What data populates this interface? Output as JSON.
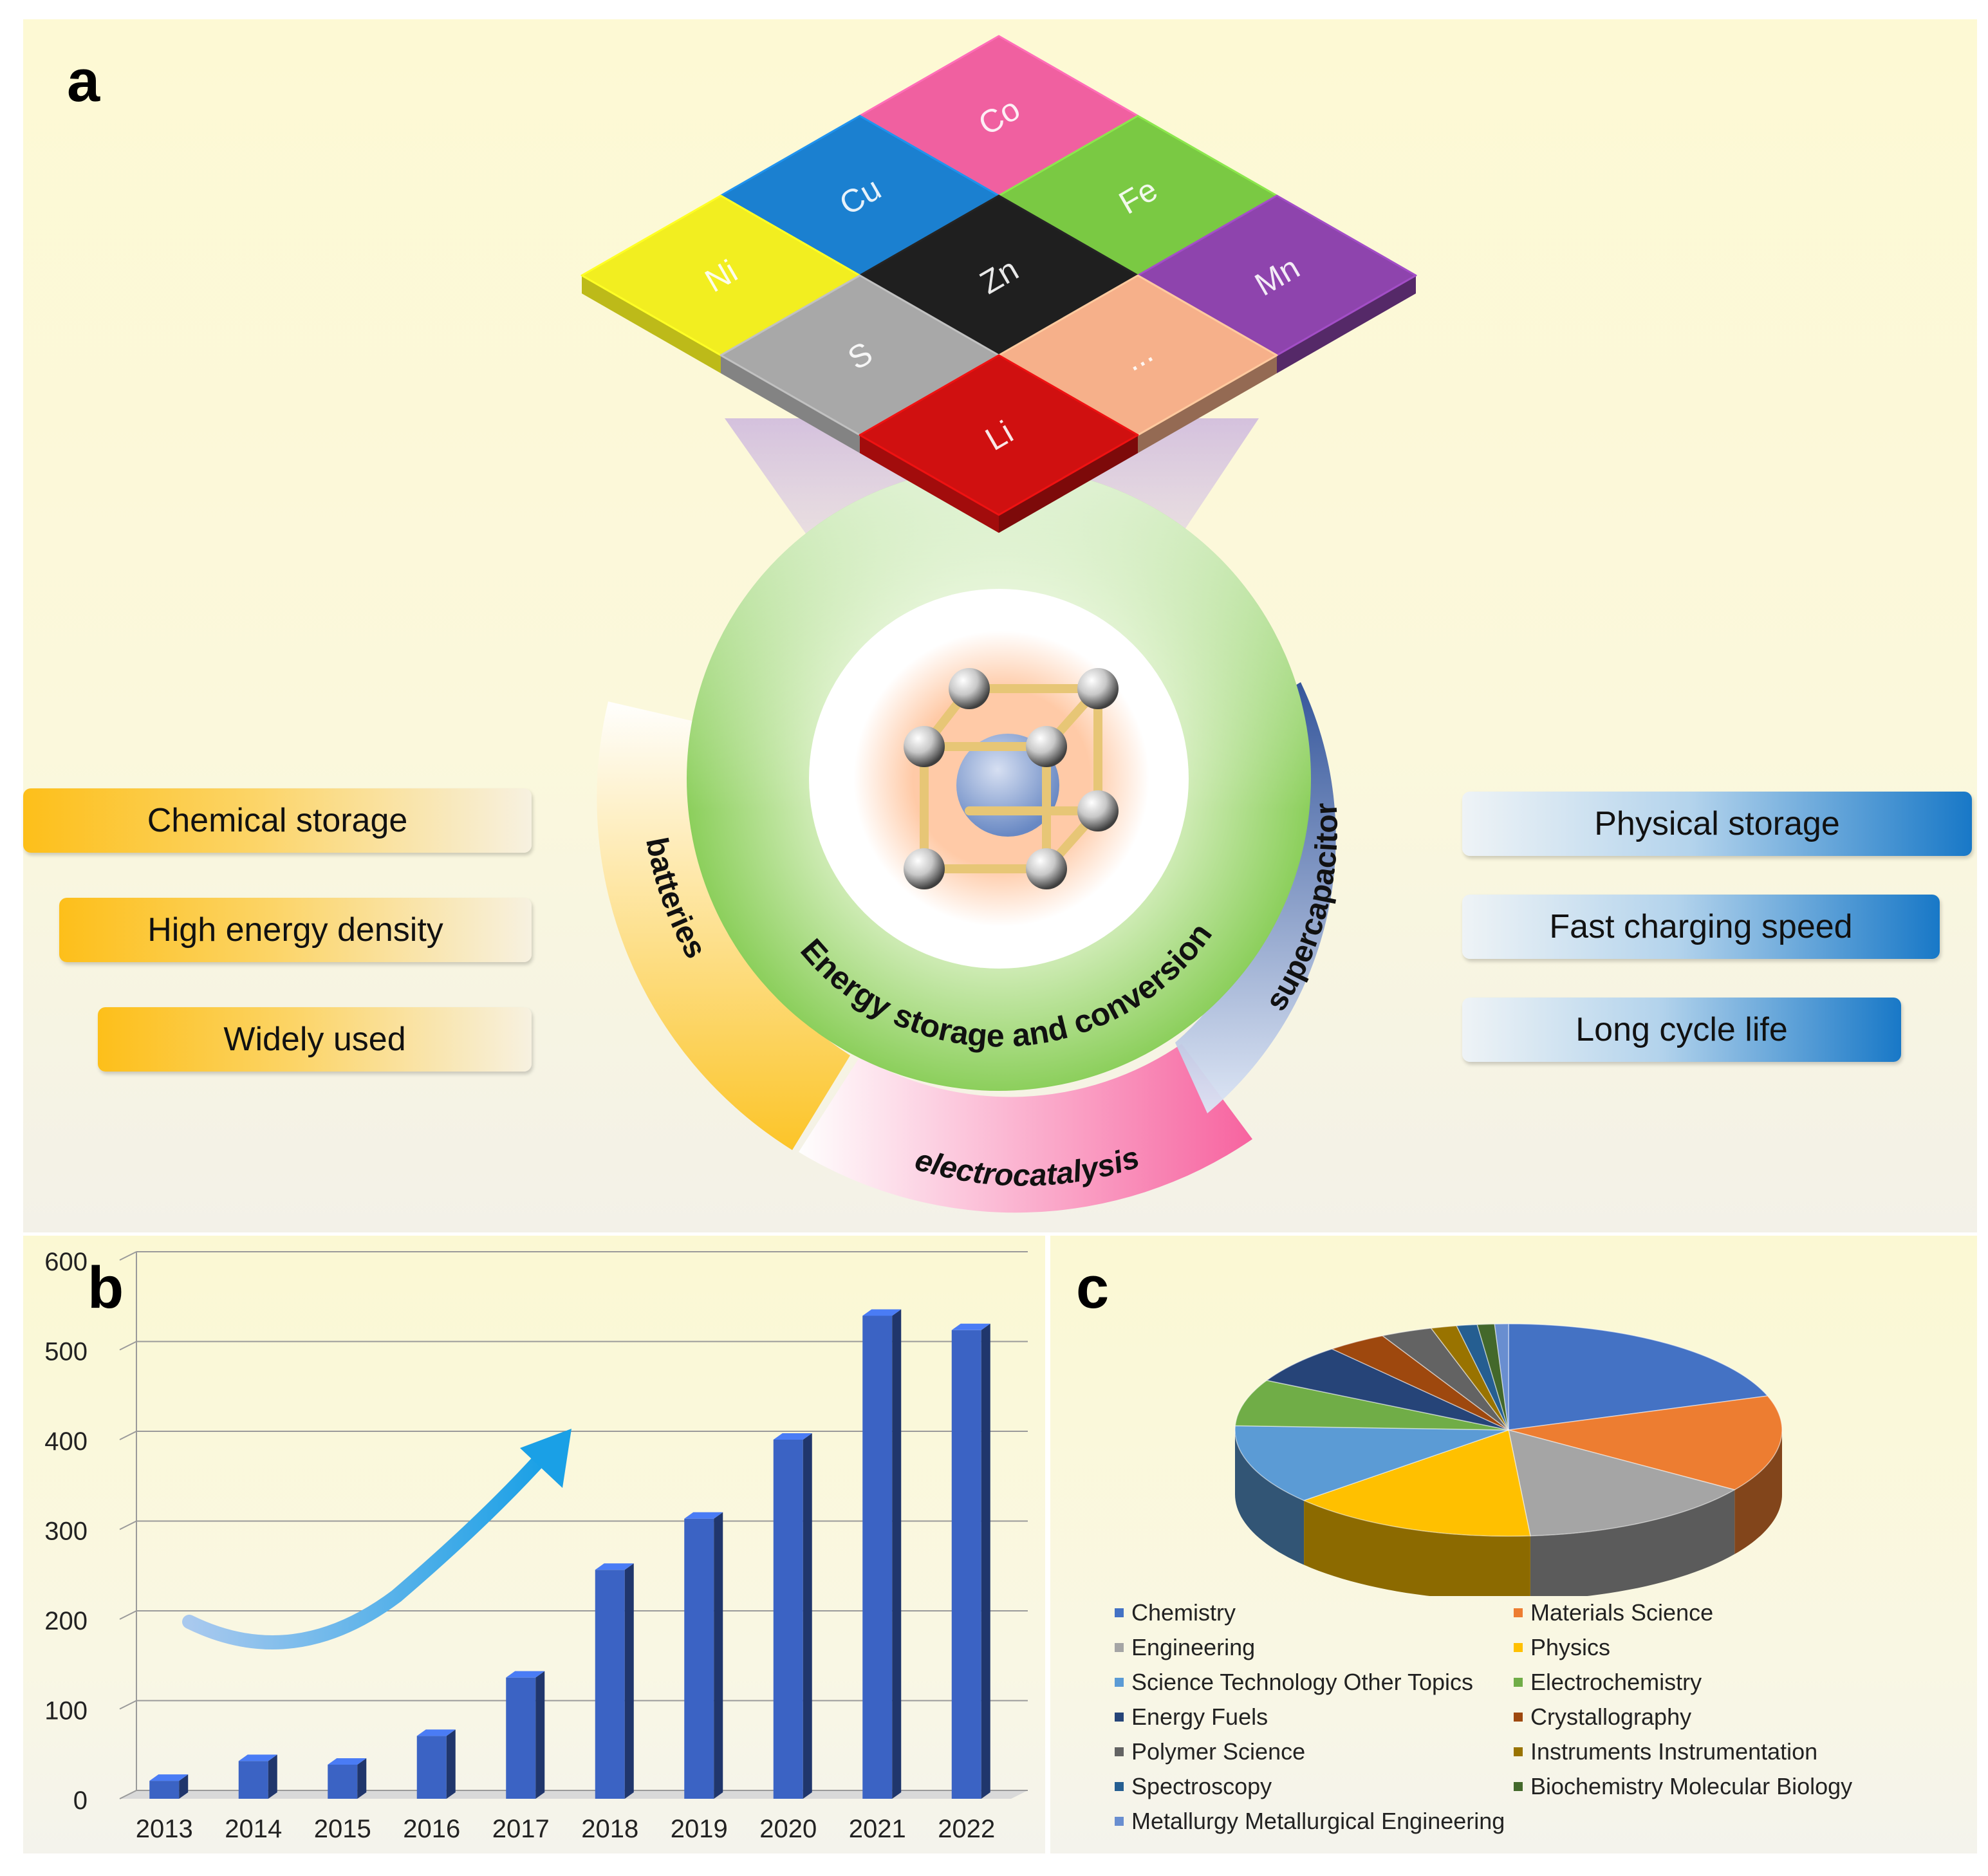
{
  "panel_a": {
    "letter": "a",
    "tiles": [
      "Co",
      "Fe",
      "Mn",
      "Cu",
      "Zn",
      "...",
      "Ni",
      "S",
      "Li"
    ],
    "center_label": "Energy storage and conversion",
    "arcs": {
      "batteries": "batteries",
      "electrocatalysis": "electrocatalysis",
      "supercapacitor": "supercapacitor"
    },
    "left_features": [
      "Chemical storage",
      "High energy density",
      "Widely used"
    ],
    "right_features": [
      "Physical storage",
      "Fast charging speed",
      "Long cycle life"
    ],
    "colors": {
      "Co": "#f060a0",
      "Fe": "#7ac943",
      "Mn": "#8e44ad",
      "Cu": "#1b80d0",
      "Zn": "#1f1f1f",
      "...": "#f6b08a",
      "Ni": "#f2ee20",
      "S": "#a8a8a8",
      "Li": "#d01010"
    }
  },
  "panel_b": {
    "letter": "b"
  },
  "panel_c": {
    "letter": "c"
  },
  "chart_data": [
    {
      "type": "bar",
      "categories": [
        "2013",
        "2014",
        "2015",
        "2016",
        "2017",
        "2018",
        "2019",
        "2020",
        "2021",
        "2022"
      ],
      "values": [
        20,
        42,
        38,
        70,
        135,
        255,
        312,
        400,
        538,
        522
      ],
      "ylim": [
        0,
        600
      ],
      "yticks": [
        0,
        100,
        200,
        300,
        400,
        500,
        600
      ],
      "grid": true,
      "bar_color": "#3b63c4",
      "annotation": "upward-trend-arrow"
    },
    {
      "type": "pie",
      "categories": [
        "Chemistry",
        "Materials Science",
        "Engineering",
        "Physics",
        "Science Technology Other Topics",
        "Electrochemistry",
        "Energy Fuels",
        "Crystallography",
        "Polymer Science",
        "Instruments Instrumentation",
        "Spectroscopy",
        "Biochemistry Molecular Biology",
        "Metallurgy Metallurgical Engineering"
      ],
      "values": [
        19.5,
        14.5,
        14,
        14.5,
        12,
        7,
        6,
        3.5,
        3,
        1.5,
        1.2,
        1,
        0.8
      ],
      "colors": [
        "#4472c4",
        "#ed7d31",
        "#a5a5a5",
        "#ffc000",
        "#5b9bd5",
        "#70ad47",
        "#264478",
        "#9e480e",
        "#636363",
        "#997300",
        "#255e91",
        "#43682b",
        "#698ed0"
      ],
      "legend_position": "bottom",
      "style": "3d"
    }
  ]
}
